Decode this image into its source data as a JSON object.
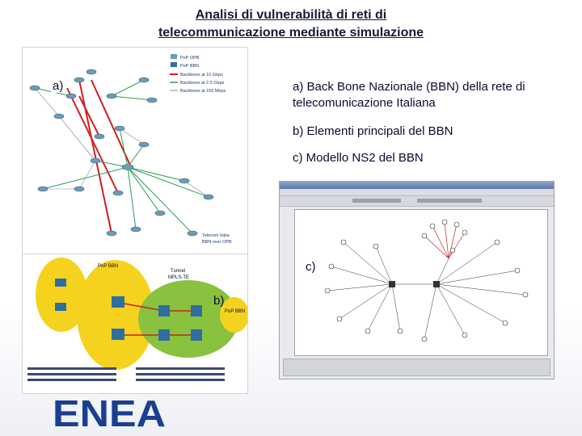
{
  "title": {
    "line1": "Analisi di vulnerabilità di reti di",
    "line2": "telecommunicazione mediante simulazione"
  },
  "figure_labels": {
    "a": "a)",
    "b": "b)",
    "c": "c)"
  },
  "descriptions": {
    "a": "a) Back Bone Nazionale  (BBN) della rete  di telecomunicazione Italiana",
    "b": "b) Elementi principali del BBN",
    "c": "c) Modello NS2 del BBN"
  },
  "network_map": {
    "legend": [
      "PoP OPB",
      "PoP BBN",
      "Backbone at 10 Gbps",
      "Backbone at 2.5 Gbps",
      "Backbone at 155 Mbps"
    ],
    "footer": [
      "Telecom Italia",
      "BBN over OPB"
    ],
    "colors": {
      "red_links": "#d01f1f",
      "green_links": "#2a9d55",
      "nodes": "#6a9bb8"
    }
  },
  "topology": {
    "pop_label": "PoP BBN",
    "tunnel_label": "Tunnel",
    "tunnel_sub": "MPLS-TE",
    "pop_right": "PoP BBN",
    "colors": {
      "yellow": "#f5d21d",
      "green": "#88c23e"
    }
  },
  "logo": {
    "text": "ENEA",
    "color": "#1b3f8f"
  }
}
